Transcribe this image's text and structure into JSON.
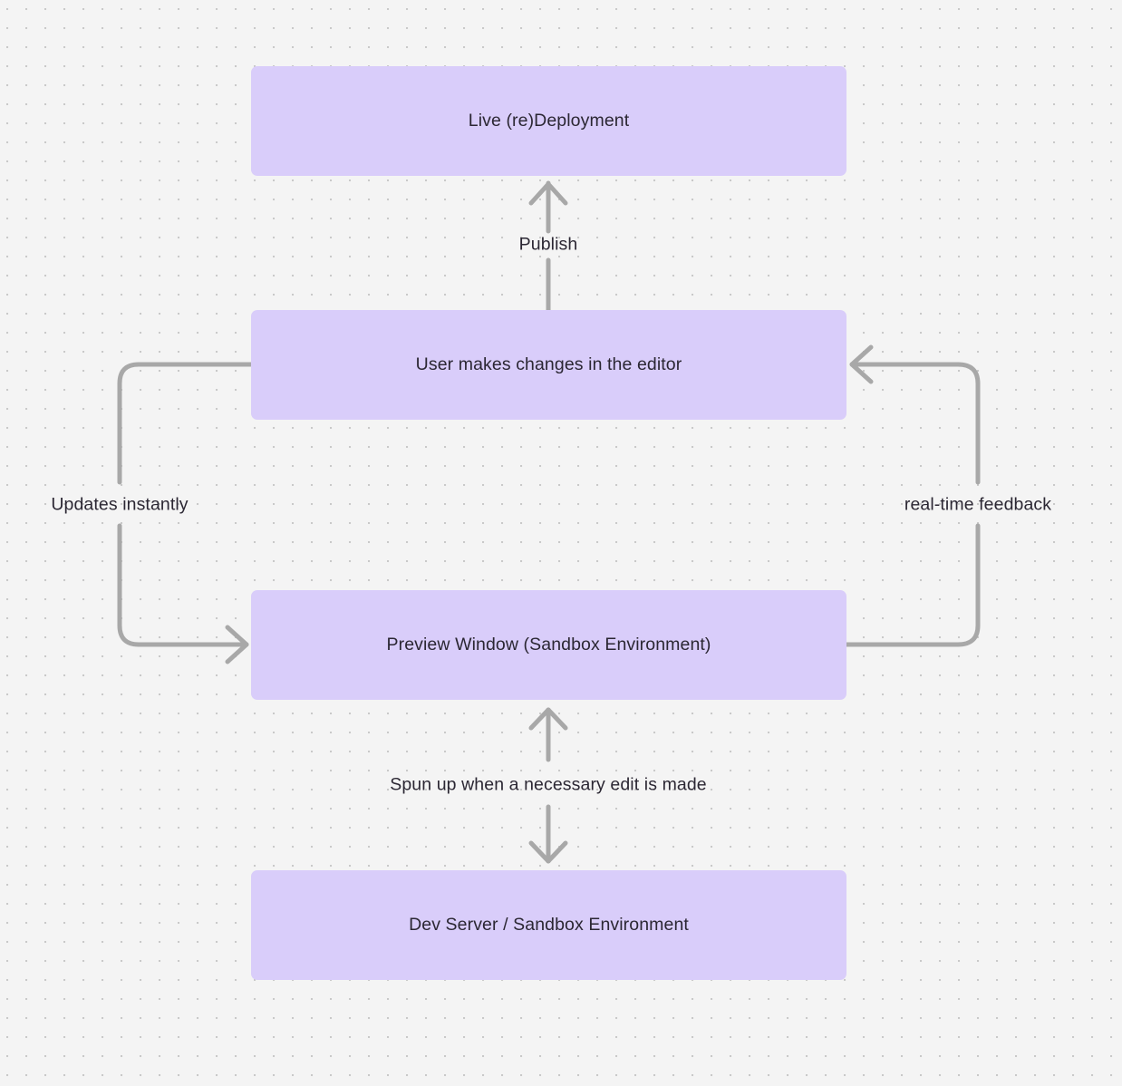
{
  "diagram": {
    "background_color": "#f4f4f4",
    "dot_color": "#c9c9c9",
    "node_fill": "#d9cdfa",
    "edge_color": "#a8a8a8",
    "text_color": "#2b2733",
    "nodes": [
      {
        "id": "live-deployment",
        "label": "Live (re)Deployment"
      },
      {
        "id": "user-edits",
        "label": "User makes changes in the editor"
      },
      {
        "id": "preview-window",
        "label": "Preview Window (Sandbox Environment)"
      },
      {
        "id": "dev-server",
        "label": "Dev Server / Sandbox Environment"
      }
    ],
    "edges": [
      {
        "id": "publish",
        "label": "Publish",
        "from": "user-edits",
        "to": "live-deployment",
        "direction": "up"
      },
      {
        "id": "updates-instantly",
        "label": "Updates instantly",
        "from": "user-edits",
        "to": "preview-window",
        "direction": "down"
      },
      {
        "id": "real-time-feedback",
        "label": "real-time feedback",
        "from": "preview-window",
        "to": "user-edits",
        "direction": "up"
      },
      {
        "id": "spun-up",
        "label": "Spun up when a necessary edit is made",
        "from": "preview-window",
        "to": "dev-server",
        "direction": "both"
      }
    ]
  }
}
